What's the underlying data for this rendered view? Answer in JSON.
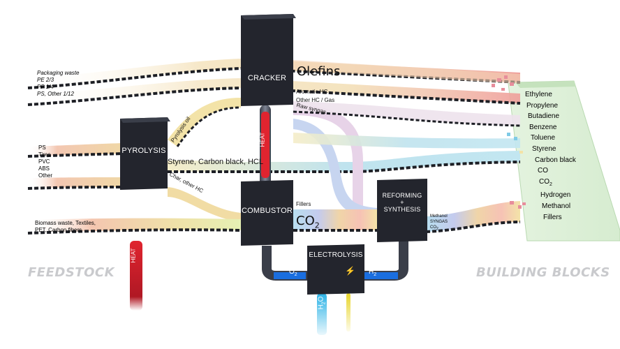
{
  "sections": {
    "feedstock": "FEEDSTOCK",
    "building_blocks": "BUILDING BLOCKS"
  },
  "units": {
    "cracker": "CRACKER",
    "pyrolysis": "PYROLYSIS",
    "combustor": "COMBUSTOR",
    "reforming": [
      "REFORMING",
      "+",
      "SYNTHESIS"
    ],
    "electrolysis": "ELECTROLYSIS"
  },
  "feedstock_inputs": {
    "packaging": [
      "Packaging waste",
      "PE 2/3",
      "PP 1/4",
      "PS, Other 1/12"
    ],
    "mixed": [
      "PS",
      "Tires",
      "PVC",
      "ABS",
      "Other"
    ],
    "biomass": [
      "Biomass waste, Textiles,",
      "PET, Carbon fibers"
    ]
  },
  "streams": {
    "olefins": "Olefins",
    "aromatic": "Aromatic HC",
    "other_hc_gas": "Other HC / Gas",
    "raw_syngas": "Raw syngas",
    "pyrolysis_oil": "Pyrolysis oil",
    "styrene_cb_hcl": "Styrene, Carbon black, HCL",
    "char": "Char, other HC",
    "fillers": "Fillers",
    "co2": "CO",
    "co2_sub": "2",
    "methanol": "Methanol",
    "syngas": "SYNGAS",
    "co2_small": "CO",
    "co2_small_sub": "2"
  },
  "utilities": {
    "heat_cracker": "HEAT",
    "heat_feed": "HEAT",
    "o2": "O",
    "o2_sub": "2",
    "h2": "H",
    "h2_sub": "2",
    "h2o": "H",
    "h2o_sub": "2",
    "h2o_tail": "O",
    "power_icon": "⚡"
  },
  "building_blocks": [
    "Ethylene",
    "Propylene",
    "Butadiene",
    "Benzene",
    "Toluene",
    "Styrene",
    "Carbon black",
    "CO",
    "CO",
    "Hydrogen",
    "Methanol",
    "Fillers"
  ],
  "building_blocks_sub": {
    "8": "2"
  },
  "colors": {
    "unit": "#23252d",
    "belt": "#1d1f25",
    "heat": "#e0242f",
    "water": "#2ab2e6",
    "o2": "#1a6ee0",
    "power": "#e8d52a",
    "tray": "#cfe8c9"
  }
}
